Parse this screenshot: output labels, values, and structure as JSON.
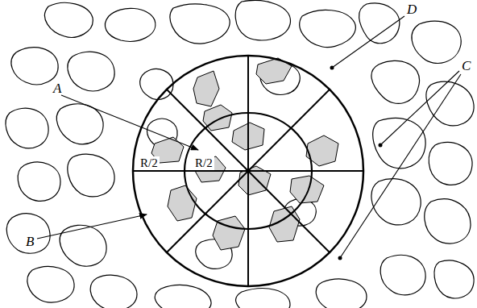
{
  "diagram": {
    "labels": [
      "A",
      "B",
      "C",
      "D",
      "R/2",
      "R/2"
    ]
  }
}
